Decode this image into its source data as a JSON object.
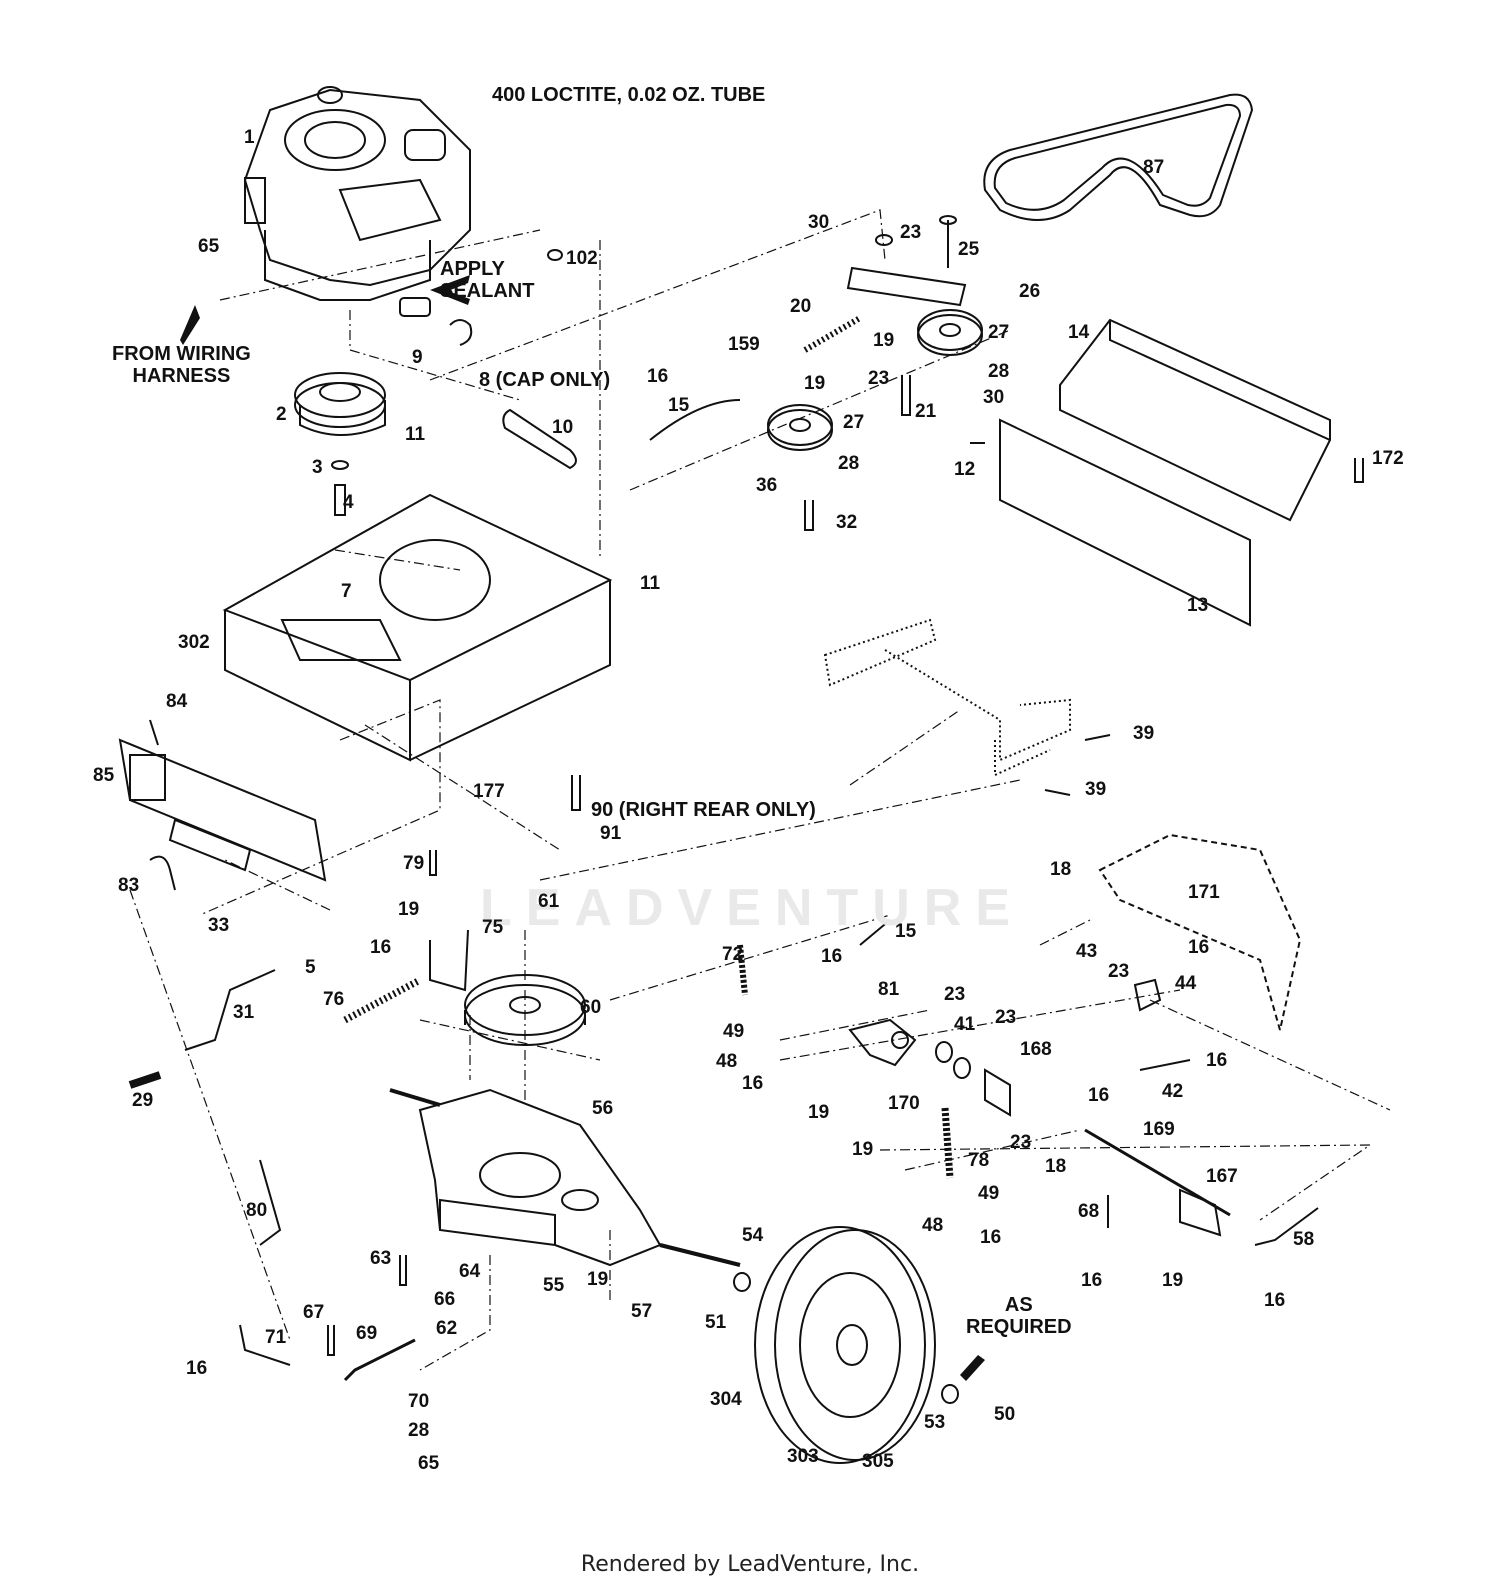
{
  "notes": {
    "loctite": "400  LOCTITE, 0.02 OZ. TUBE",
    "apply_sealant": "APPLY\nSEALANT",
    "from_wiring": "FROM WIRING\nHARNESS",
    "cap_only": "8 (CAP ONLY)",
    "right_rear": "90 (RIGHT REAR ONLY)",
    "as_required": "AS\nREQUIRED"
  },
  "watermark": "LEADVENTURE",
  "footer": "Rendered by LeadVenture, Inc.",
  "callouts": [
    "1",
    "2",
    "3",
    "4",
    "7",
    "9",
    "10",
    "11",
    "11",
    "65",
    "102",
    "302",
    "30",
    "23",
    "25",
    "26",
    "20",
    "19",
    "159",
    "19",
    "16",
    "15",
    "27",
    "28",
    "30",
    "23",
    "21",
    "27",
    "28",
    "36",
    "32",
    "14",
    "12",
    "172",
    "13",
    "87",
    "84",
    "85",
    "83",
    "33",
    "177",
    "91",
    "79",
    "19",
    "61",
    "16",
    "75",
    "76",
    "60",
    "5",
    "31",
    "29",
    "39",
    "39",
    "18",
    "171",
    "16",
    "43",
    "23",
    "44",
    "15",
    "16",
    "72",
    "81",
    "23",
    "41",
    "23",
    "168",
    "49",
    "48",
    "16",
    "19",
    "170",
    "42",
    "16",
    "16",
    "56",
    "19",
    "78",
    "23",
    "18",
    "49",
    "48",
    "16",
    "169",
    "167",
    "68",
    "58",
    "19",
    "16",
    "16",
    "80",
    "63",
    "64",
    "54",
    "55",
    "66",
    "62",
    "19",
    "57",
    "51",
    "67",
    "71",
    "69",
    "16",
    "70",
    "28",
    "65",
    "304",
    "303",
    "305",
    "53",
    "50"
  ],
  "colors": {
    "ink": "#111111",
    "watermark": "#e9e9e9"
  }
}
